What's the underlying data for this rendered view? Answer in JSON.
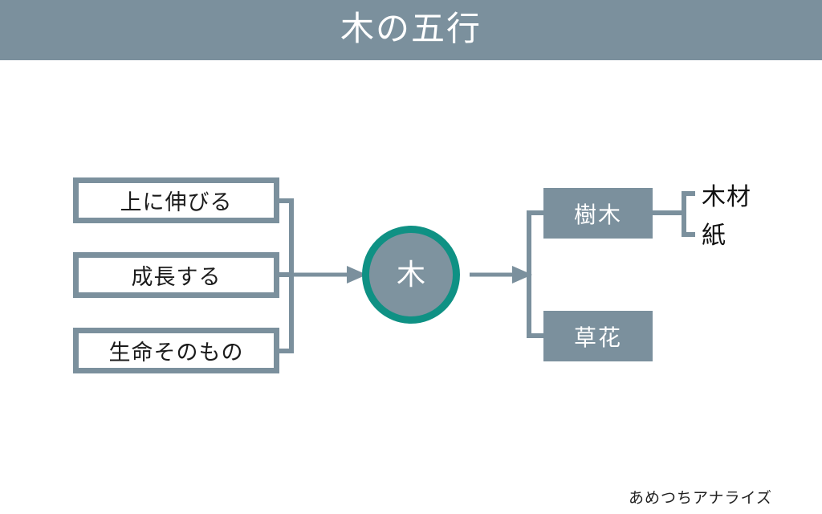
{
  "header": {
    "title": "木の五行",
    "background_color": "#7b909d",
    "text_color": "#ffffff"
  },
  "colors": {
    "slate": "#7b909d",
    "teal_ring": "#0f9184",
    "circle_fill": "#7e939f",
    "connector": "#7b909d",
    "text_dark": "#1b1b1b",
    "canvas": "#ffffff"
  },
  "diagram": {
    "center": {
      "label": "木",
      "shape": "circle"
    },
    "inputs": [
      {
        "label": "上に伸びる",
        "style": "outline"
      },
      {
        "label": "成長する",
        "style": "outline"
      },
      {
        "label": "生命そのもの",
        "style": "outline"
      }
    ],
    "outputs": [
      {
        "label": "樹木",
        "style": "filled"
      },
      {
        "label": "草花",
        "style": "filled"
      }
    ],
    "sub_outputs": [
      {
        "label": "木材",
        "style": "plain",
        "parent": "樹木"
      },
      {
        "label": "紙",
        "style": "plain",
        "parent": "樹木"
      }
    ]
  },
  "footer": {
    "credit": "あめつちアナライズ"
  }
}
